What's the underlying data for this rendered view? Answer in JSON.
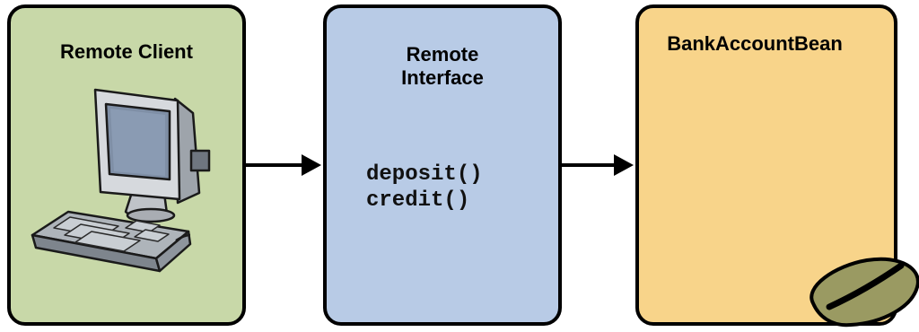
{
  "colors": {
    "client_fill": "#c8d8a8",
    "interface_fill": "#b8cbe6",
    "bean_fill": "#f8d48a",
    "outline": "#000000"
  },
  "client": {
    "title": "Remote Client",
    "icon": "desktop-computer-icon"
  },
  "interface": {
    "title_line1": "Remote",
    "title_line2": "Interface",
    "methods": [
      "deposit()",
      "credit()"
    ]
  },
  "bean": {
    "title": "BankAccountBean",
    "icon": "bean-icon"
  }
}
